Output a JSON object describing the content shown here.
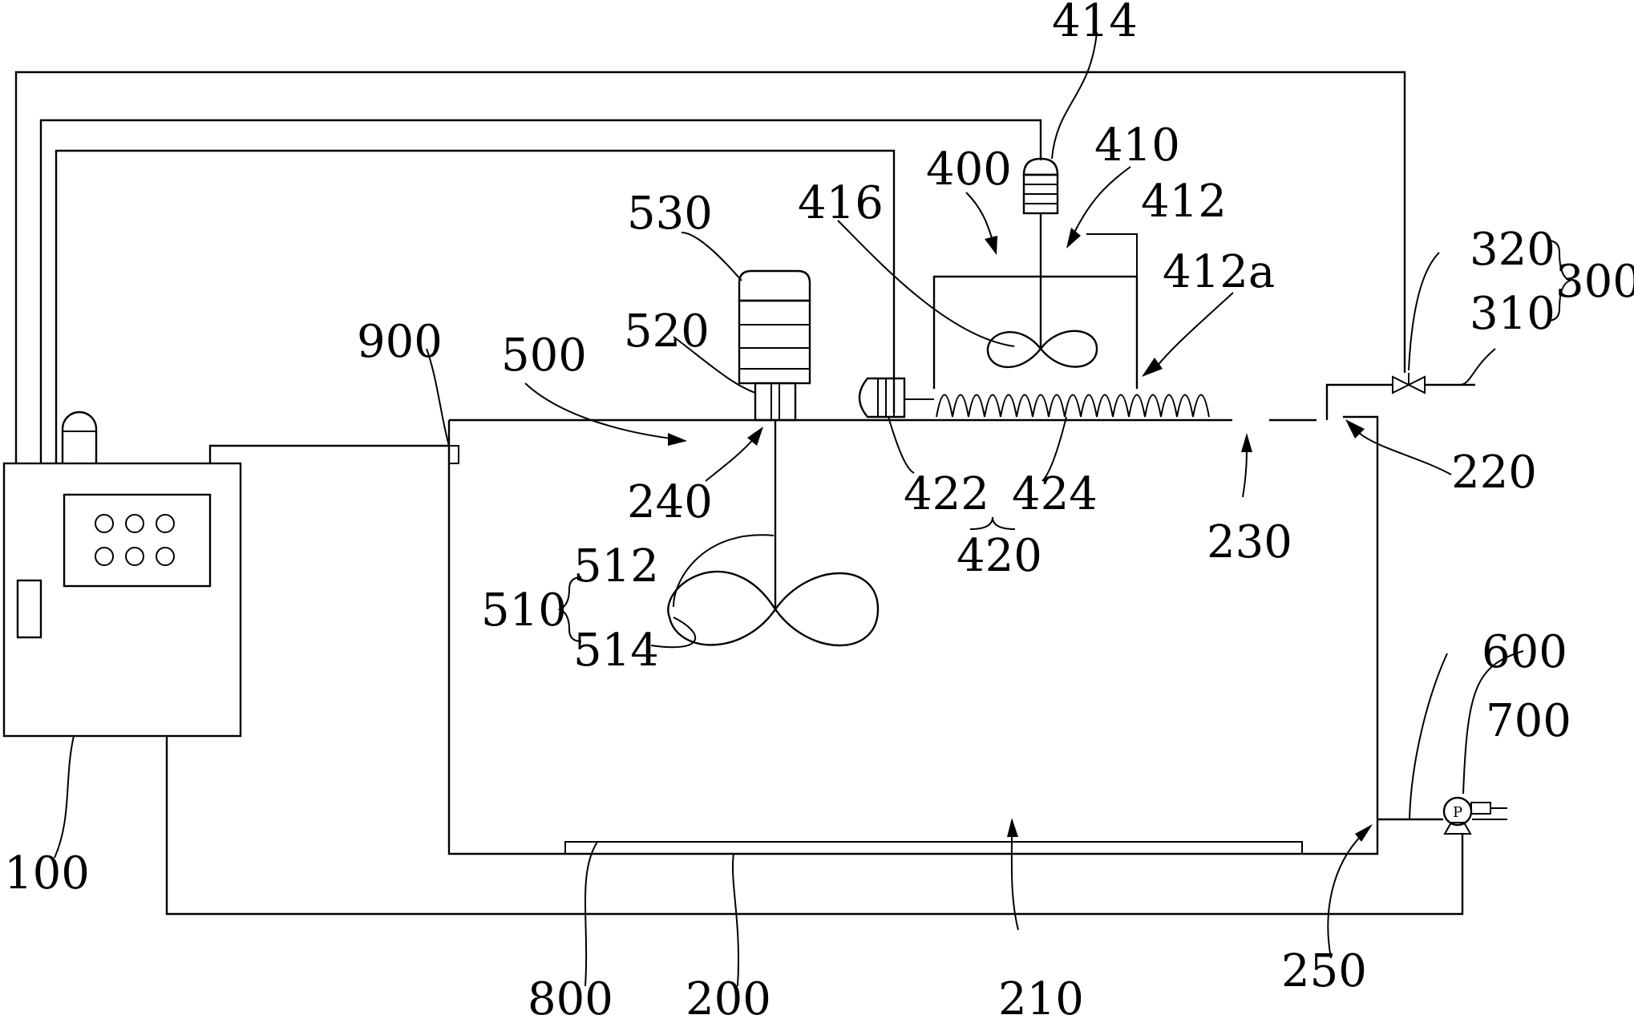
{
  "labels": {
    "l100": "100",
    "l200": "200",
    "l210": "210",
    "l220": "220",
    "l230": "230",
    "l240": "240",
    "l250": "250",
    "l300": "300",
    "l310": "310",
    "l320": "320",
    "l400": "400",
    "l410": "410",
    "l412": "412",
    "l412a": "412a",
    "l414": "414",
    "l416": "416",
    "l420": "420",
    "l422": "422",
    "l424": "424",
    "l500": "500",
    "l510": "510",
    "l512": "512",
    "l514": "514",
    "l520": "520",
    "l530": "530",
    "l600": "600",
    "l700": "700",
    "l800": "800",
    "l900": "900"
  },
  "pump_mark": "P"
}
